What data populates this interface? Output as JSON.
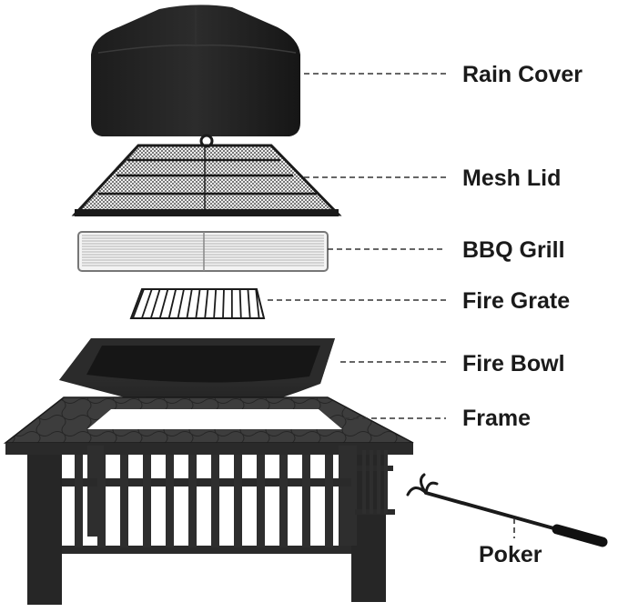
{
  "labels": {
    "rain_cover": "Rain Cover",
    "mesh_lid": "Mesh Lid",
    "bbq_grill": "BBQ Grill",
    "fire_grate": "Fire Grate",
    "fire_bowl": "Fire Bowl",
    "frame": "Frame",
    "poker": "Poker"
  }
}
